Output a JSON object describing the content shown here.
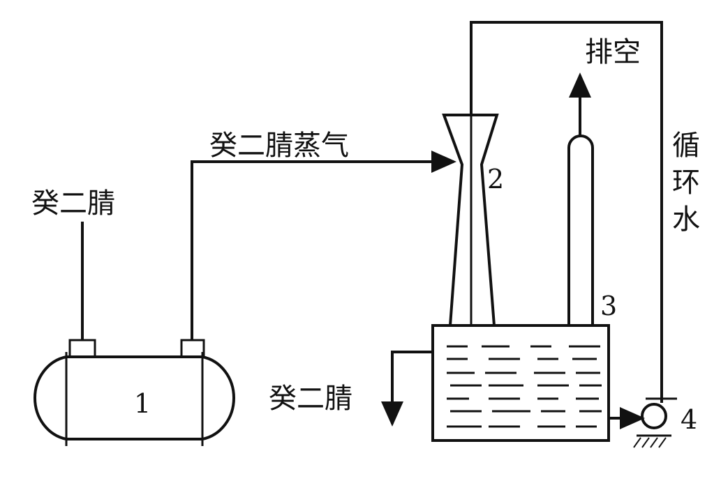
{
  "labels": {
    "feed_left": "癸二腈",
    "vapor": "癸二腈蒸气",
    "vent": "排空",
    "recycle_water": [
      "循",
      "环",
      "水"
    ],
    "product_out": "癸二腈"
  },
  "equipment_numbers": {
    "vessel": "1",
    "ejector": "2",
    "column": "3",
    "pump": "4"
  }
}
